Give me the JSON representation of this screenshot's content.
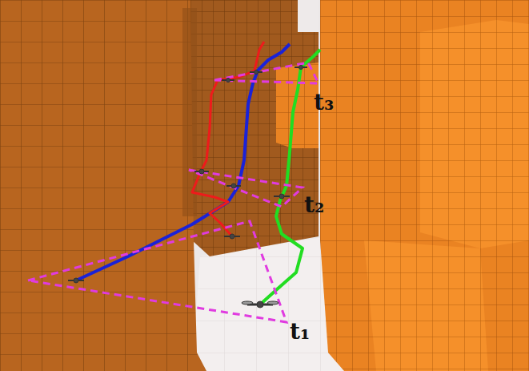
{
  "diagram": {
    "labels": [
      "t₁",
      "t₂",
      "t₃"
    ]
  }
}
